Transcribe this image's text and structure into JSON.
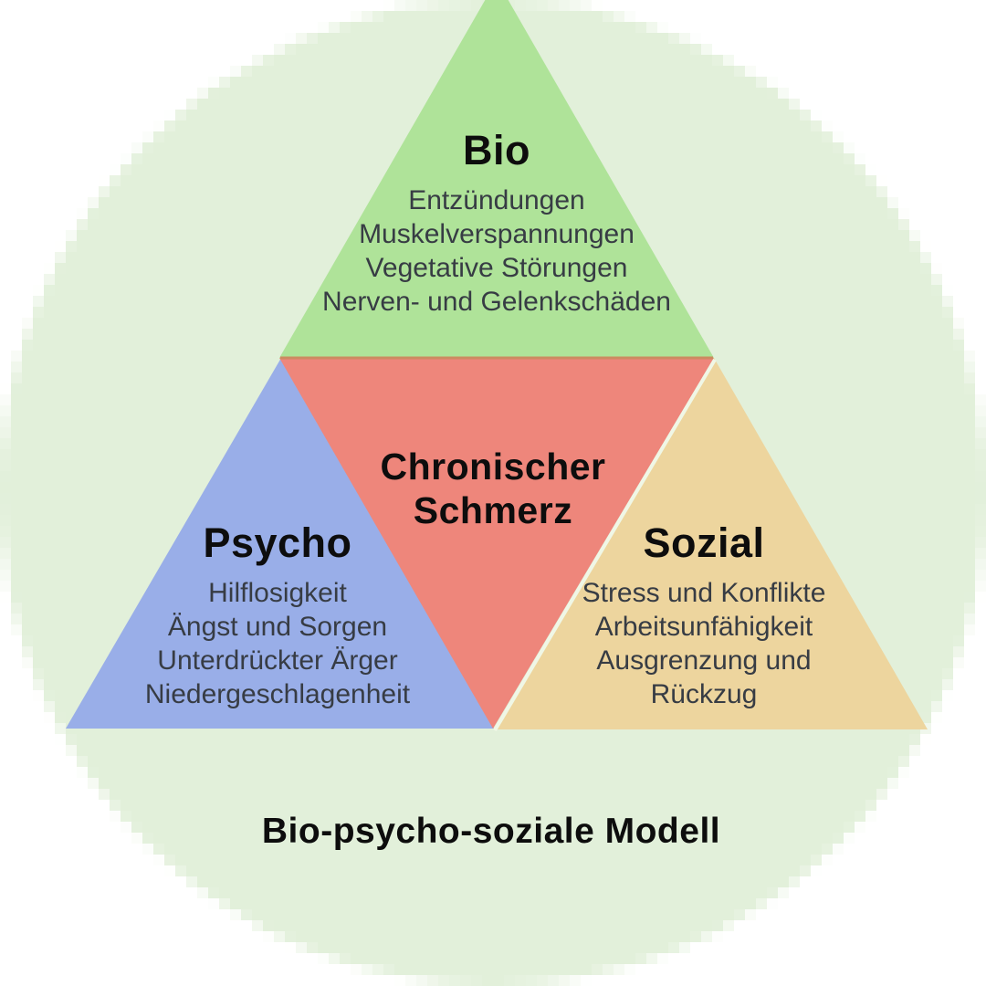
{
  "title": "Bio-psycho-soziale Modell",
  "colors": {
    "circle": "#e2f0da",
    "bio": "#afe399",
    "psycho": "#99aee8",
    "sozial": "#edd59e",
    "schmerz": "#ee867b",
    "divider_light": "#f0f7e6",
    "divider_dark": "#cc8b60"
  },
  "sections": {
    "bio": {
      "title": "Bio",
      "items": [
        "Entzündungen",
        "Muskelverspannungen",
        "Vegetative Störungen",
        "Nerven- und Gelenkschäden"
      ]
    },
    "psycho": {
      "title": "Psycho",
      "items": [
        "Hilflosigkeit",
        "Ängst und Sorgen",
        "Unterdrückter Ärger",
        "Niedergeschlagenheit"
      ]
    },
    "sozial": {
      "title": "Sozial",
      "items": [
        "Stress und Konflikte",
        "Arbeitsunfähigkeit",
        "Ausgrenzung und Rückzug"
      ]
    },
    "schmerz": {
      "title": "Chronischer Schmerz"
    }
  },
  "footer": {
    "title": "Bio-psycho-soziale Modell"
  }
}
